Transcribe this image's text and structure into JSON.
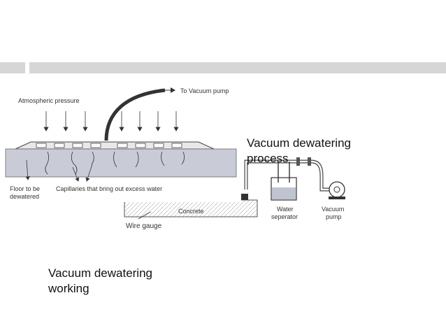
{
  "slide": {
    "caption_process": [
      "Vacuum dewatering",
      "process"
    ],
    "caption_working": [
      "Vacuum dewatering",
      "working"
    ]
  },
  "diagram_working": {
    "atmospheric_pressure": "Atmospheric pressure",
    "to_vacuum_pump": "To Vacuum pump",
    "floor_label": [
      "Floor to be",
      "dewatered"
    ],
    "capillaries_label": "Capillaries that bring out excess water"
  },
  "diagram_process": {
    "concrete": "Concrete",
    "wire_gauge": "Wire gauge",
    "water_separator": [
      "Water",
      "seperator"
    ],
    "vacuum_pump": [
      "Vacuum",
      "pump"
    ]
  },
  "colors": {
    "bar": "#d6d6d6",
    "floor": "#c9ccd6",
    "ink": "#333333"
  }
}
